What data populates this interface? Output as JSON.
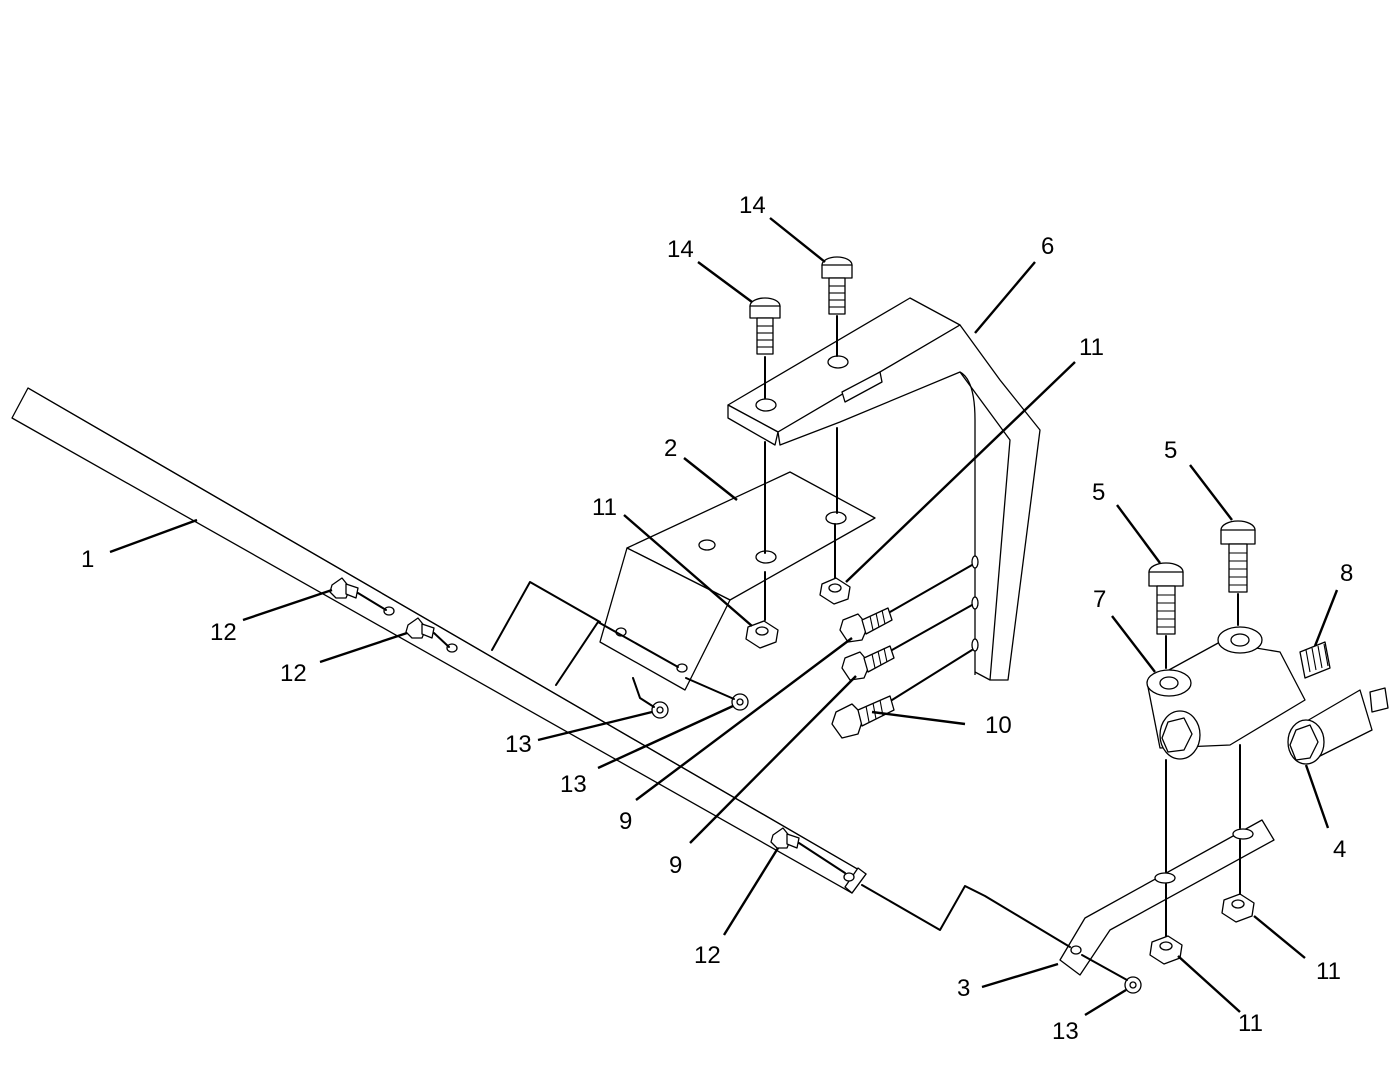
{
  "callouts": {
    "c1": "1",
    "c2": "2",
    "c3": "3",
    "c4": "4",
    "c5a": "5",
    "c5b": "5",
    "c6": "6",
    "c7": "7",
    "c8": "8",
    "c9a": "9",
    "c9b": "9",
    "c10": "10",
    "c11a": "11",
    "c11b": "11",
    "c11c": "11",
    "c11d": "11",
    "c12a": "12",
    "c12b": "12",
    "c12c": "12",
    "c13a": "13",
    "c13b": "13",
    "c13c": "13",
    "c14a": "14",
    "c14b": "14"
  },
  "colors": {
    "line": "#000000",
    "background": "#ffffff"
  }
}
